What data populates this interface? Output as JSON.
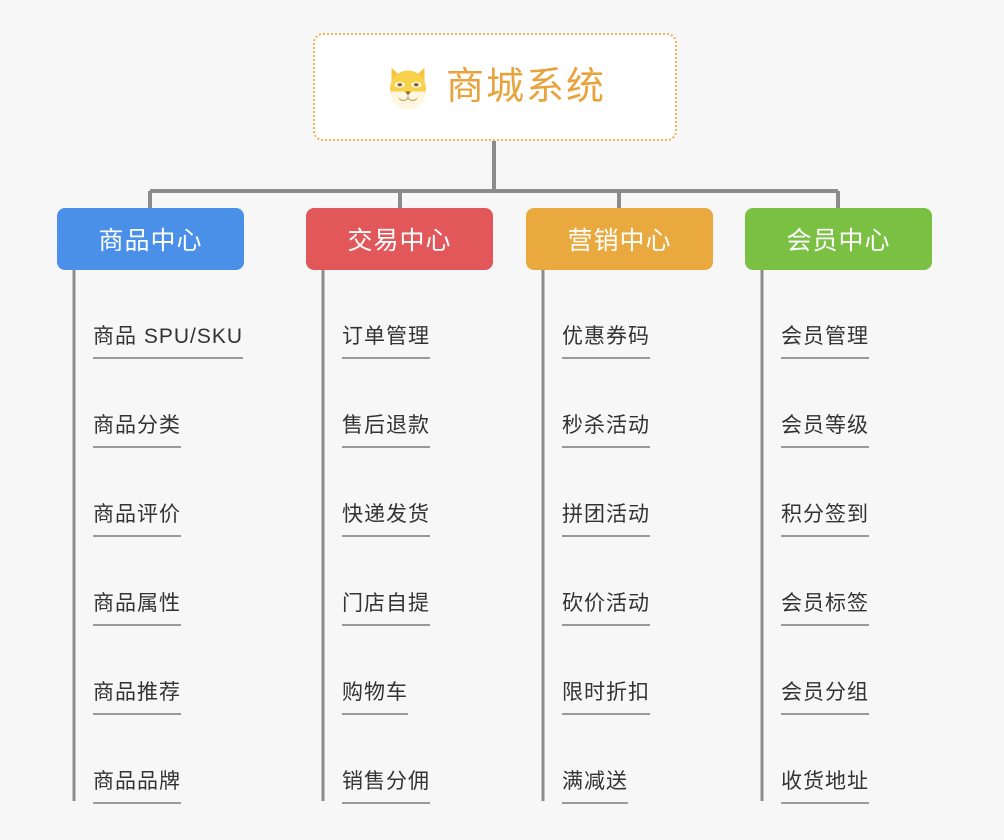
{
  "page": {
    "background_color": "#f7f7f7",
    "connector_color": "#8c8c8c"
  },
  "root": {
    "title": "商城系统",
    "icon": "shiba-inu-dog-face-icon",
    "border_color": "#f2b251",
    "text_color": "#e9a33c",
    "background_color": "#ffffff"
  },
  "columns": [
    {
      "id": "product",
      "label": "商品中心",
      "color": "#4a90e8",
      "items": [
        "商品 SPU/SKU",
        "商品分类",
        "商品评价",
        "商品属性",
        "商品推荐",
        "商品品牌"
      ]
    },
    {
      "id": "trade",
      "label": "交易中心",
      "color": "#e2585a",
      "items": [
        "订单管理",
        "售后退款",
        "快递发货",
        "门店自提",
        "购物车",
        "销售分佣"
      ]
    },
    {
      "id": "marketing",
      "label": "营销中心",
      "color": "#eaa93f",
      "items": [
        "优惠券码",
        "秒杀活动",
        "拼团活动",
        "砍价活动",
        "限时折扣",
        "满减送"
      ]
    },
    {
      "id": "member",
      "label": "会员中心",
      "color": "#7ac043",
      "items": [
        "会员管理",
        "会员等级",
        "积分签到",
        "会员标签",
        "会员分组",
        "收货地址"
      ]
    }
  ]
}
